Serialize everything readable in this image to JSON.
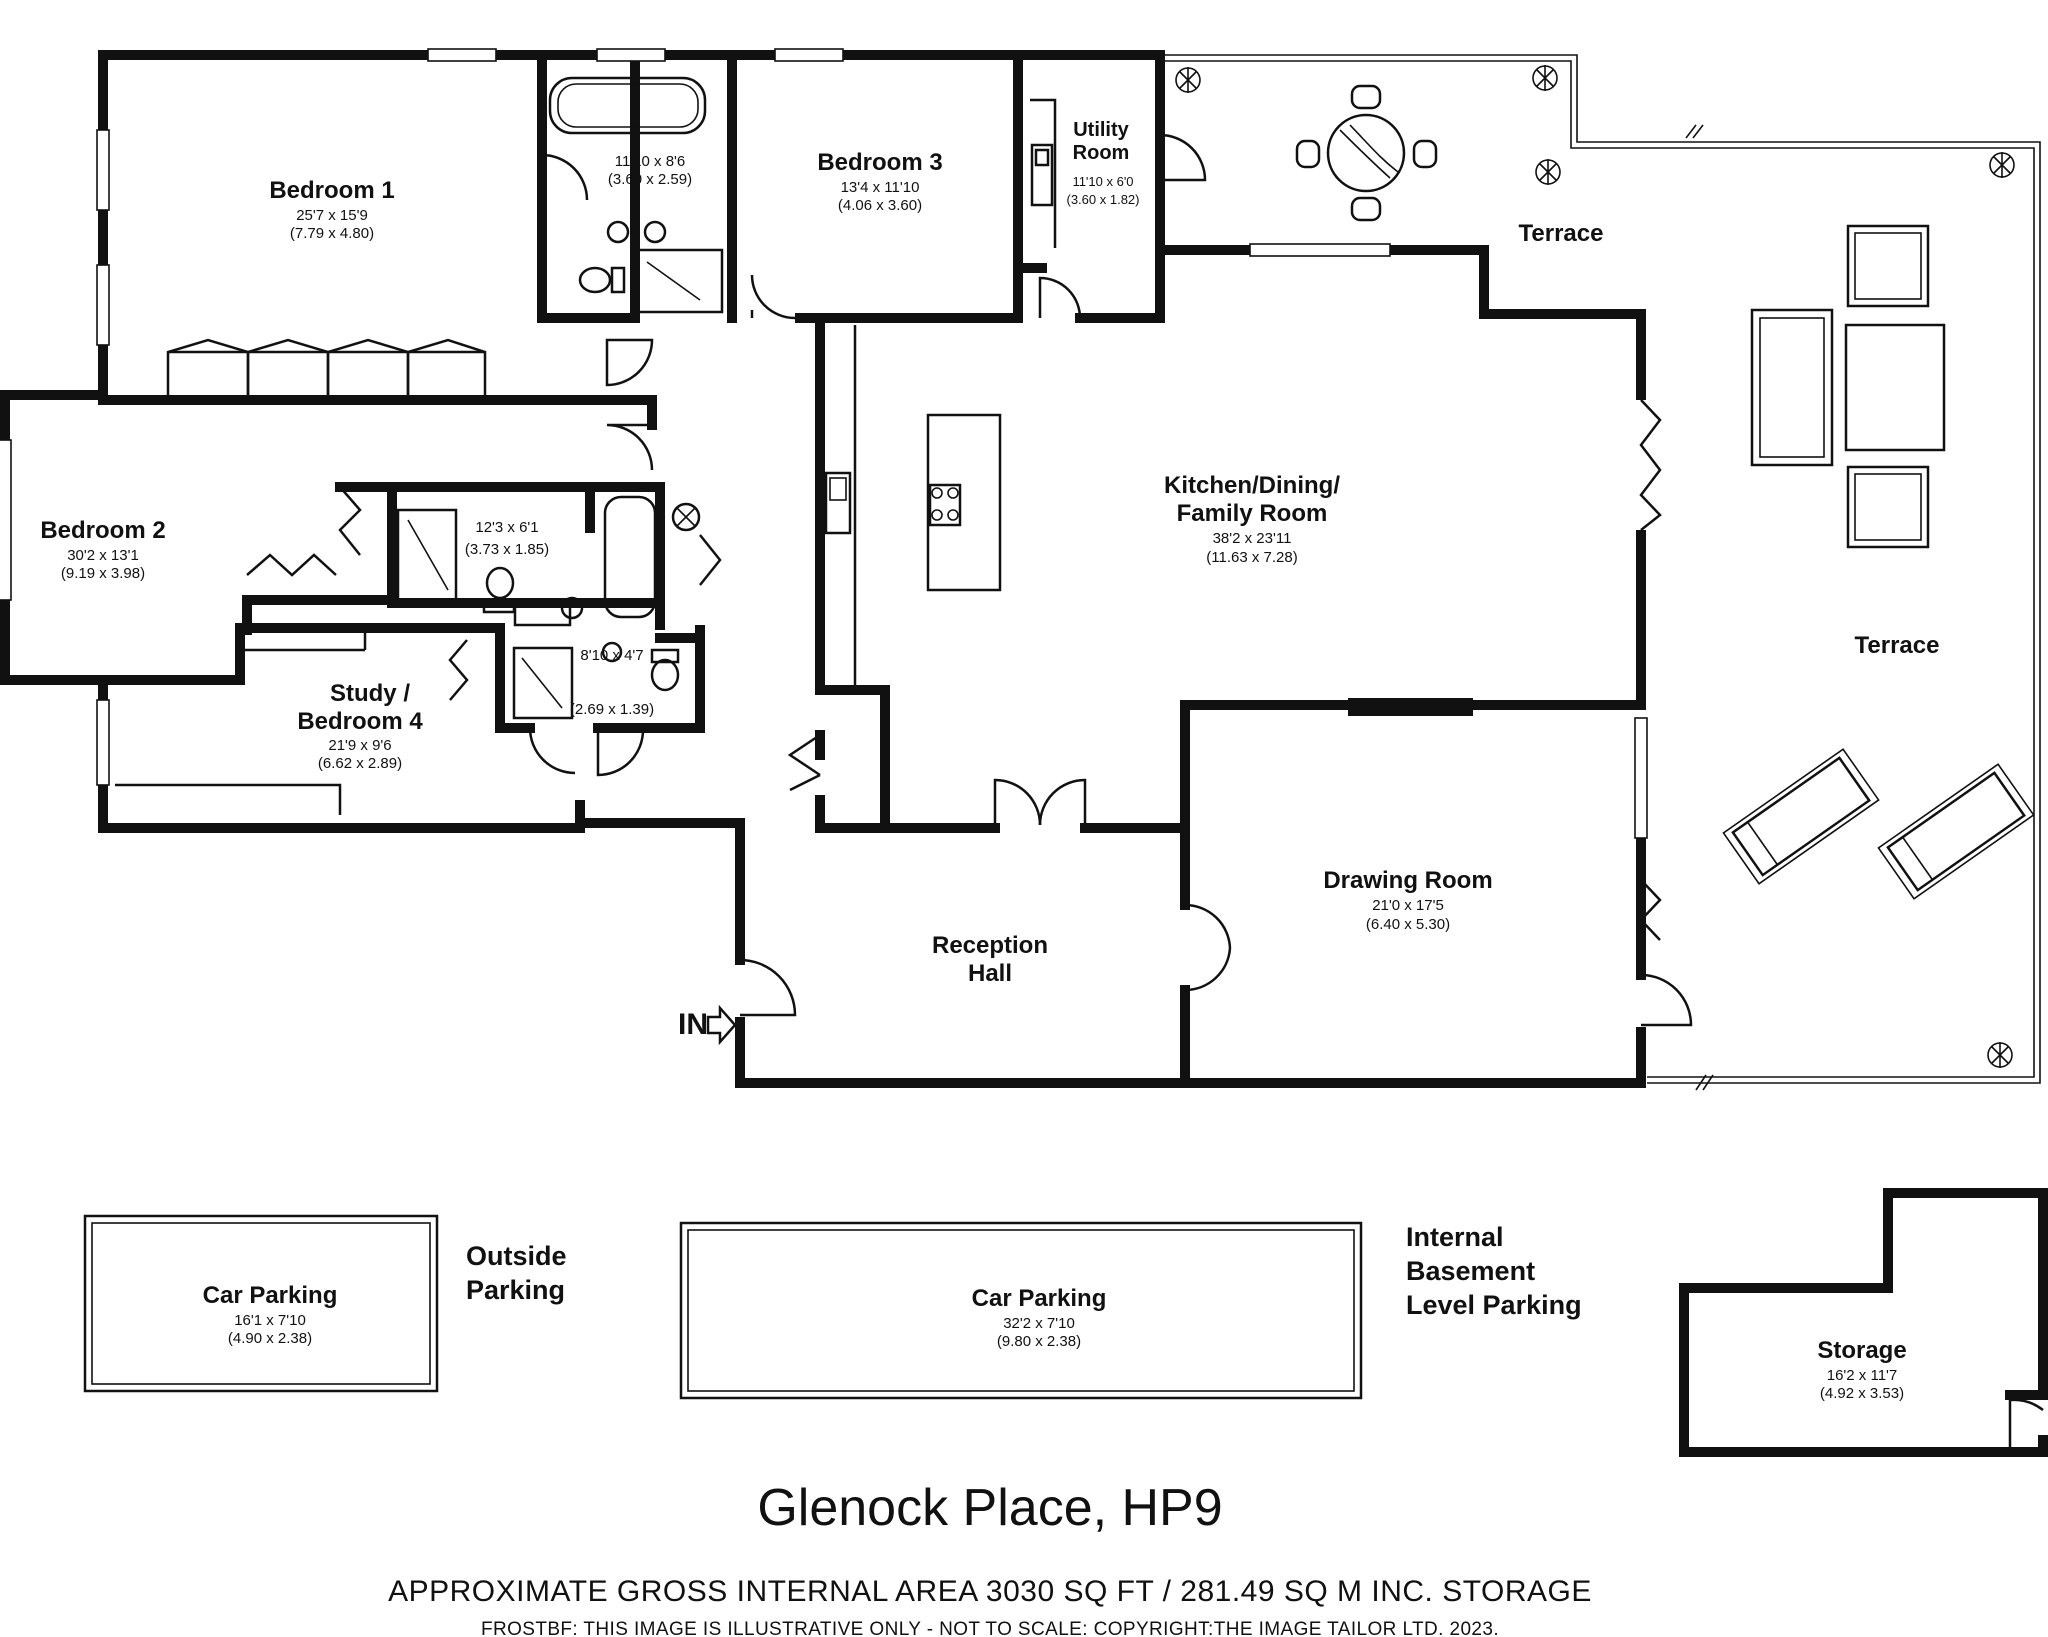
{
  "rooms": {
    "bedroom1": {
      "name": "Bedroom 1",
      "imperial": "25'7 x 15'9",
      "metric": "(7.79 x 4.80)"
    },
    "ensuite1": {
      "imperial": "11'10 x 8'6",
      "metric": "(3.60 x 2.59)"
    },
    "bedroom3": {
      "name": "Bedroom 3",
      "imperial": "13'4 x 11'10",
      "metric": "(4.06 x 3.60)"
    },
    "utility": {
      "name_line1": "Utility",
      "name_line2": "Room",
      "imperial": "11'10 x 6'0",
      "metric": "(3.60 x 1.82)"
    },
    "bedroom2": {
      "name": "Bedroom 2",
      "imperial": "30'2 x 13'1",
      "metric": "(9.19 x 3.98)"
    },
    "bathroom": {
      "imperial": "12'3 x 6'1",
      "metric": "(3.73 x 1.85)"
    },
    "shower": {
      "imperial": "8'10 x 4'7",
      "metric": "(2.69 x 1.39)"
    },
    "study": {
      "name_line1": "Study /",
      "name_line2": "Bedroom 4",
      "imperial": "21'9 x 9'6",
      "metric": "(6.62 x 2.89)"
    },
    "kitchen": {
      "name_line1": "Kitchen/Dining/",
      "name_line2": "Family Room",
      "imperial": "38'2 x 23'11",
      "metric": "(11.63 x 7.28)"
    },
    "drawing": {
      "name": "Drawing Room",
      "imperial": "21'0 x 17'5",
      "metric": "(6.40 x 5.30)"
    },
    "reception": {
      "name_line1": "Reception",
      "name_line2": "Hall"
    },
    "terrace_upper": {
      "name": "Terrace"
    },
    "terrace_right": {
      "name": "Terrace"
    },
    "entrance": {
      "label": "IN"
    }
  },
  "parking": {
    "outside_car": {
      "name": "Car Parking",
      "imperial": "16'1 x 7'10",
      "metric": "(4.90 x 2.38)"
    },
    "outside_label": {
      "line1": "Outside",
      "line2": "Parking"
    },
    "internal_car": {
      "name": "Car Parking",
      "imperial": "32'2 x 7'10",
      "metric": "(9.80 x 2.38)"
    },
    "internal_label": {
      "line1": "Internal",
      "line2": "Basement",
      "line3": "Level Parking"
    },
    "storage": {
      "name": "Storage",
      "imperial": "16'2 x 11'7",
      "metric": "(4.92 x 3.53)"
    }
  },
  "title": "Glenock Place, HP9",
  "footer": {
    "area": "APPROXIMATE GROSS INTERNAL AREA 3030 SQ FT / 281.49 SQ M INC. STORAGE",
    "disclaimer": "FROSTBF: THIS IMAGE IS ILLUSTRATIVE ONLY - NOT TO SCALE: COPYRIGHT:THE IMAGE TAILOR LTD. 2023."
  }
}
